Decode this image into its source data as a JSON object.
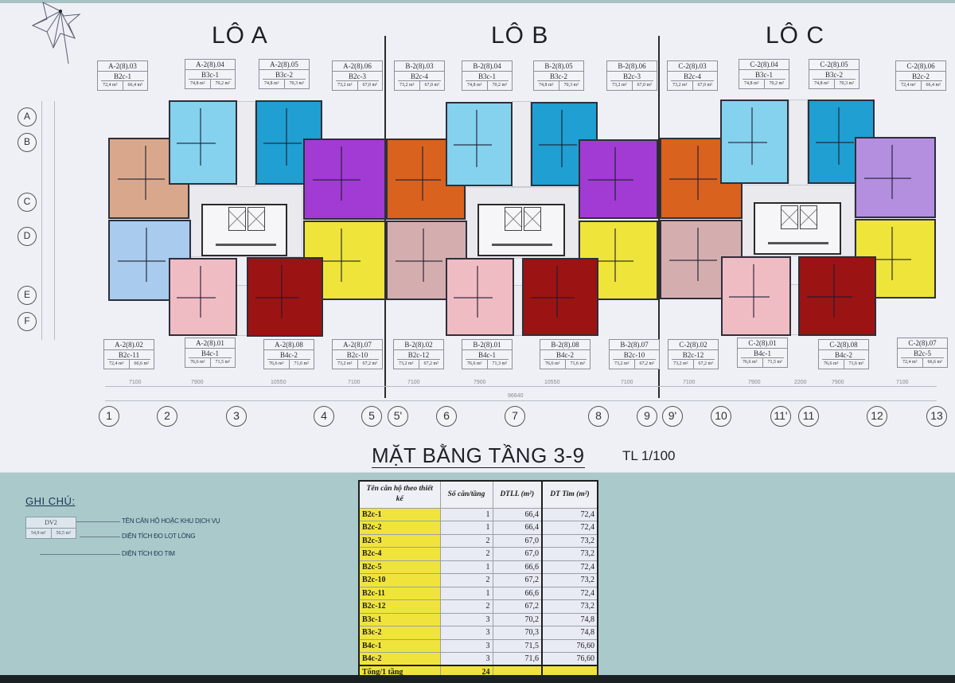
{
  "sheet": {
    "title": "MẶT BẰNG TẦNG 3-9",
    "scale": "TL 1/100",
    "total_dimension": "96640"
  },
  "blocks": [
    {
      "label": "LÔ A",
      "prefix": "A"
    },
    {
      "label": "LÔ B",
      "prefix": "B"
    },
    {
      "label": "LÔ C",
      "prefix": "C"
    }
  ],
  "colors": {
    "unit03_orange_A": "#d9a88c",
    "unit03_orange_BC": "#d9621f",
    "unit04_lightblue": "#84d2ee",
    "unit05_blue": "#1f9fd2",
    "unit06_purple": "#a23bd4",
    "unit06_lavender": "#b48fe0",
    "unit07_yellow": "#efe43a",
    "unit08_darkred": "#9c1313",
    "unit01_pink": "#f0bcc4",
    "unit02_blue_A": "#a8cbee",
    "unit02_mauve": "#d4aeae",
    "table_highlight": "#f0e43c",
    "bottom_panel": "#a9c9cb"
  },
  "units_top": {
    "A": [
      {
        "code": "A-2(8).03",
        "type": "B2c-1",
        "tim": "72,4 m²",
        "lot_long": "66,4 m²"
      },
      {
        "code": "A-2(8).04",
        "type": "B3c-1",
        "tim": "74,8 m²",
        "lot_long": "70,2 m²"
      },
      {
        "code": "A-2(8).05",
        "type": "B3c-2",
        "tim": "74,8 m²",
        "lot_long": "70,3 m²"
      },
      {
        "code": "A-2(8).06",
        "type": "B2c-3",
        "tim": "73,2 m²",
        "lot_long": "67,0 m²"
      }
    ],
    "B": [
      {
        "code": "B-2(8).03",
        "type": "B2c-4",
        "tim": "73,2 m²",
        "lot_long": "67,0 m²"
      },
      {
        "code": "B-2(8).04",
        "type": "B3c-1",
        "tim": "74,8 m²",
        "lot_long": "70,2 m²"
      },
      {
        "code": "B-2(8).05",
        "type": "B3c-2",
        "tim": "74,8 m²",
        "lot_long": "70,3 m²"
      },
      {
        "code": "B-2(8).06",
        "type": "B2c-3",
        "tim": "73,2 m²",
        "lot_long": "67,0 m²"
      }
    ],
    "C": [
      {
        "code": "C-2(8).03",
        "type": "B2c-4",
        "tim": "73,2 m²",
        "lot_long": "67,0 m²"
      },
      {
        "code": "C-2(8).04",
        "type": "B3c-1",
        "tim": "74,8 m²",
        "lot_long": "70,2 m²"
      },
      {
        "code": "C-2(8).05",
        "type": "B3c-2",
        "tim": "74,8 m²",
        "lot_long": "70,3 m²"
      },
      {
        "code": "C-2(8).06",
        "type": "B2c-2",
        "tim": "72,4 m²",
        "lot_long": "66,4 m²"
      }
    ]
  },
  "units_bottom": {
    "A": [
      {
        "code": "A-2(8).02",
        "type": "B2c-11",
        "tim": "72,4 m²",
        "lot_long": "66,6 m²"
      },
      {
        "code": "A-2(8).01",
        "type": "B4c-1",
        "tim": "76,6 m²",
        "lot_long": "71,5 m²"
      },
      {
        "code": "A-2(8).08",
        "type": "B4c-2",
        "tim": "76,6 m²",
        "lot_long": "71,6 m²"
      },
      {
        "code": "A-2(8).07",
        "type": "B2c-10",
        "tim": "73,2 m²",
        "lot_long": "67,2 m²"
      }
    ],
    "B": [
      {
        "code": "B-2(8).02",
        "type": "B2c-12",
        "tim": "73,2 m²",
        "lot_long": "67,2 m²"
      },
      {
        "code": "B-2(8).01",
        "type": "B4c-1",
        "tim": "76,6 m²",
        "lot_long": "71,3 m²"
      },
      {
        "code": "B-2(8).08",
        "type": "B4c-2",
        "tim": "76,6 m²",
        "lot_long": "71,6 m²"
      },
      {
        "code": "B-2(8).07",
        "type": "B2c-10",
        "tim": "73,2 m²",
        "lot_long": "67,2 m²"
      }
    ],
    "C": [
      {
        "code": "C-2(8).02",
        "type": "B2c-12",
        "tim": "73,2 m²",
        "lot_long": "67,2 m²"
      },
      {
        "code": "C-2(8).01",
        "type": "B4c-1",
        "tim": "76,6 m²",
        "lot_long": "71,5 m²"
      },
      {
        "code": "C-2(8).08",
        "type": "B4c-2",
        "tim": "76,6 m²",
        "lot_long": "71,6 m²"
      },
      {
        "code": "C-2(8).07",
        "type": "B2c-5",
        "tim": "72,4 m²",
        "lot_long": "66,6 m²"
      }
    ]
  },
  "grid_columns": [
    "1",
    "2",
    "3",
    "4",
    "5",
    "5'",
    "6",
    "7",
    "8",
    "9",
    "9'",
    "10",
    "11'",
    "11",
    "12",
    "13"
  ],
  "grid_rows": [
    "A",
    "B",
    "C",
    "D",
    "E",
    "F"
  ],
  "column_dimensions": [
    "7100",
    "7900",
    "10550",
    "7100",
    "7100",
    "7900",
    "10550",
    "7100",
    "7100",
    "7900",
    "2200",
    "7900",
    "7100"
  ],
  "legend": {
    "title": "GHI CHÚ:",
    "sample_name": "DV2",
    "sample_area_1": "54,9 m²",
    "sample_area_2": "50,5 m²",
    "label_name": "TÊN CĂN HỘ HOẶC KHU DỊCH VỤ",
    "label_lot_long": "DIỆN TÍCH ĐO LỌT LÒNG",
    "label_tim": "DIỆN TÍCH ĐO TIM"
  },
  "summary_table": {
    "headers": [
      "Tên căn hộ theo thiết kế",
      "Số căn/tầng",
      "DTLL (m²)",
      "DT Tim (m²)"
    ],
    "rows": [
      [
        "B2c-1",
        "1",
        "66,4",
        "72,4"
      ],
      [
        "B2c-2",
        "1",
        "66,4",
        "72,4"
      ],
      [
        "B2c-3",
        "2",
        "67,0",
        "73,2"
      ],
      [
        "B2c-4",
        "2",
        "67,0",
        "73,2"
      ],
      [
        "B2c-5",
        "1",
        "66,6",
        "72,4"
      ],
      [
        "B2c-10",
        "2",
        "67,2",
        "73,2"
      ],
      [
        "B2c-11",
        "1",
        "66,6",
        "72,4"
      ],
      [
        "B2c-12",
        "2",
        "67,2",
        "73,2"
      ],
      [
        "B3c-1",
        "3",
        "70,2",
        "74,8"
      ],
      [
        "B3c-2",
        "3",
        "70,3",
        "74,8"
      ],
      [
        "B4c-1",
        "3",
        "71,5",
        "76,60"
      ],
      [
        "B4c-2",
        "3",
        "71,6",
        "76,60"
      ]
    ],
    "total_label": "Tổng/1 tầng",
    "total_count": "24"
  }
}
